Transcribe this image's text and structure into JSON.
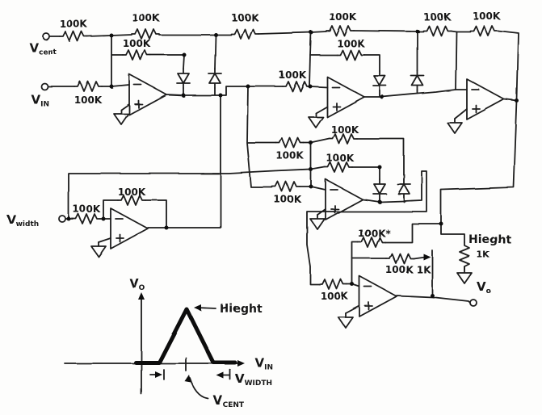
{
  "schematic": {
    "inputs": {
      "v_cent": {
        "base": "V",
        "sub": "cent"
      },
      "v_in": {
        "base": "V",
        "sub": "IN"
      },
      "v_width": {
        "base": "V",
        "sub": "width"
      }
    },
    "output": {
      "base": "V",
      "sub": "o"
    },
    "resistor_labels": {
      "r100k": "100K",
      "r100k_star": "100K*",
      "r100k_1k": "100K 1K",
      "pot_1k": "1K"
    },
    "annotations": {
      "height": "Hieght"
    }
  },
  "graph": {
    "y_label": {
      "base": "V",
      "sub": "O"
    },
    "x_label": {
      "base": "V",
      "sub": "IN"
    },
    "peak": "Hieght",
    "width": {
      "base": "V",
      "sub": "WIDTH"
    },
    "center": {
      "base": "V",
      "sub": "CENT"
    }
  }
}
